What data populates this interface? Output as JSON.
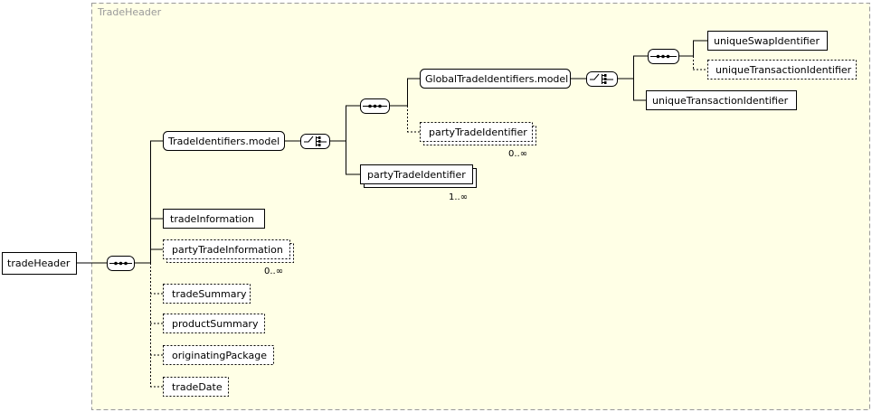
{
  "group": {
    "label": "TradeHeader"
  },
  "colors": {
    "group_bg": "#FFFFE6",
    "group_border": "#999999",
    "line": "#000000"
  },
  "nodes": {
    "tradeHeader": "tradeHeader",
    "tradeIdentifiersModel": "TradeIdentifiers.model",
    "tradeInformation": "tradeInformation",
    "partyTradeInformation": "partyTradeInformation",
    "tradeSummary": "tradeSummary",
    "productSummary": "productSummary",
    "originatingPackage": "originatingPackage",
    "tradeDate": "tradeDate",
    "globalTradeIdentifiersModel": "GlobalTradeIdentifiers.model",
    "partyTradeIdentifierOpt": "partyTradeIdentifier",
    "partyTradeIdentifierReq": "partyTradeIdentifier",
    "uniqueSwapIdentifier": "uniqueSwapIdentifier",
    "uniqueTransactionIdentifierOpt": "uniqueTransactionIdentifier",
    "uniqueTransactionIdentifier": "uniqueTransactionIdentifier"
  },
  "occurrences": {
    "partyTradeIdentifierOpt": "0..∞",
    "partyTradeIdentifierReq": "1..∞",
    "partyTradeInformation": "0..∞"
  },
  "compositors": {
    "rootSequence": "sequence",
    "tradeIdChoice": "choice",
    "innerSequence": "sequence",
    "globalChoice": "choice",
    "swapSequence": "sequence"
  }
}
